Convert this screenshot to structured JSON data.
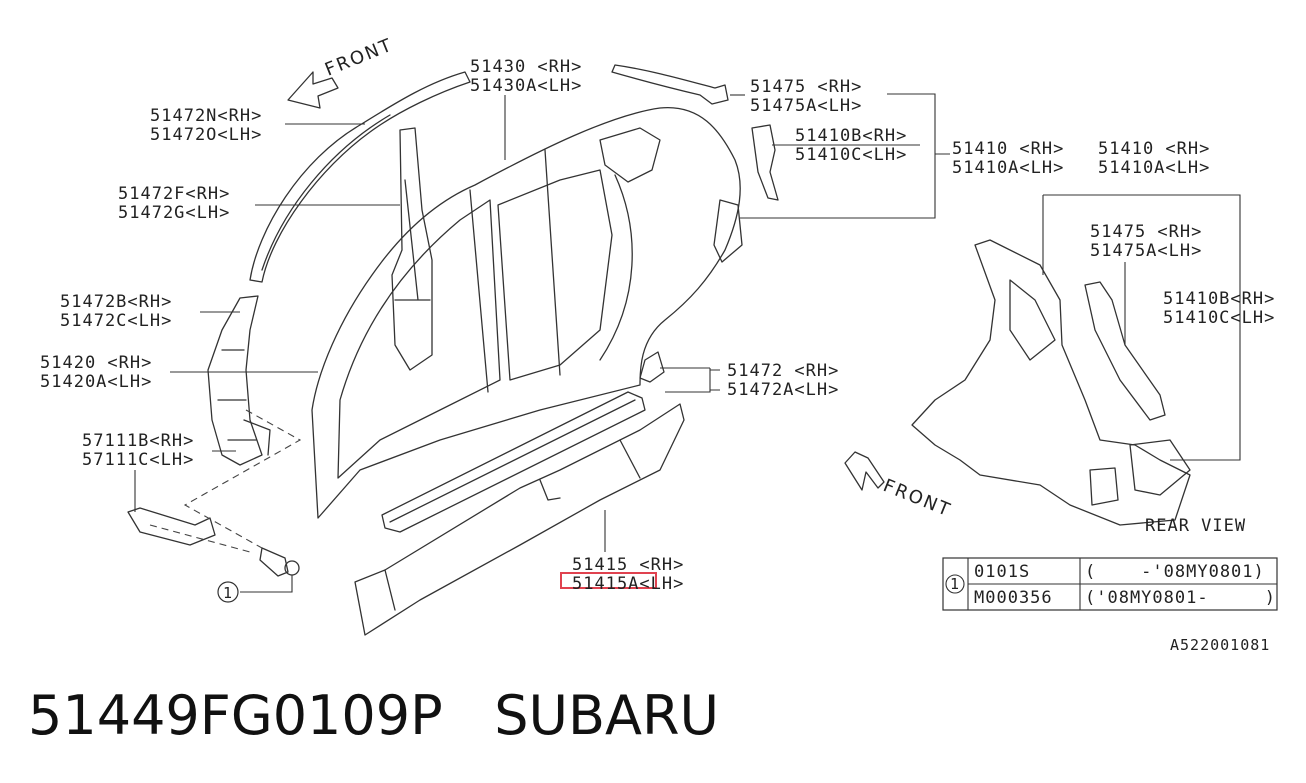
{
  "diagram_code": "A522001081",
  "footer": {
    "part_number": "51449FG0109P",
    "brand": "SUBARU"
  },
  "front_label": "FRONT",
  "rear_view_label": "REAR VIEW",
  "callouts": {
    "c51430": {
      "rh": "51430 <RH>",
      "lh": "51430A<LH>"
    },
    "c51475": {
      "rh": "51475 <RH>",
      "lh": "51475A<LH>"
    },
    "c51472n": {
      "rh": "51472N<RH>",
      "lh": "51472O<LH>"
    },
    "c51410b": {
      "rh": "51410B<RH>",
      "lh": "51410C<LH>"
    },
    "c51410": {
      "rh": "51410 <RH>",
      "lh": "51410A<LH>"
    },
    "c51410r": {
      "rh": "51410 <RH>",
      "lh": "51410A<LH>"
    },
    "c51472f": {
      "rh": "51472F<RH>",
      "lh": "51472G<LH>"
    },
    "c51475r": {
      "rh": "51475 <RH>",
      "lh": "51475A<LH>"
    },
    "c51472b": {
      "rh": "51472B<RH>",
      "lh": "51472C<LH>"
    },
    "c51410br": {
      "rh": "51410B<RH>",
      "lh": "51410C<LH>"
    },
    "c51420": {
      "rh": "51420 <RH>",
      "lh": "51420A<LH>"
    },
    "c51472": {
      "rh": "51472 <RH>",
      "lh": "51472A<LH>"
    },
    "c57111": {
      "rh": "57111B<RH>",
      "lh": "57111C<LH>"
    },
    "c51415": {
      "rh": "51415 <RH>",
      "lh": "51415A<LH>",
      "highlight_color": "#e0424f"
    }
  },
  "ref_marker": "1",
  "fastener_table": {
    "ref": "1",
    "rows": [
      {
        "part": "0101S",
        "range": "(    -'08MY0801)"
      },
      {
        "part": "M000356",
        "range": "('08MY0801-     )"
      }
    ]
  }
}
